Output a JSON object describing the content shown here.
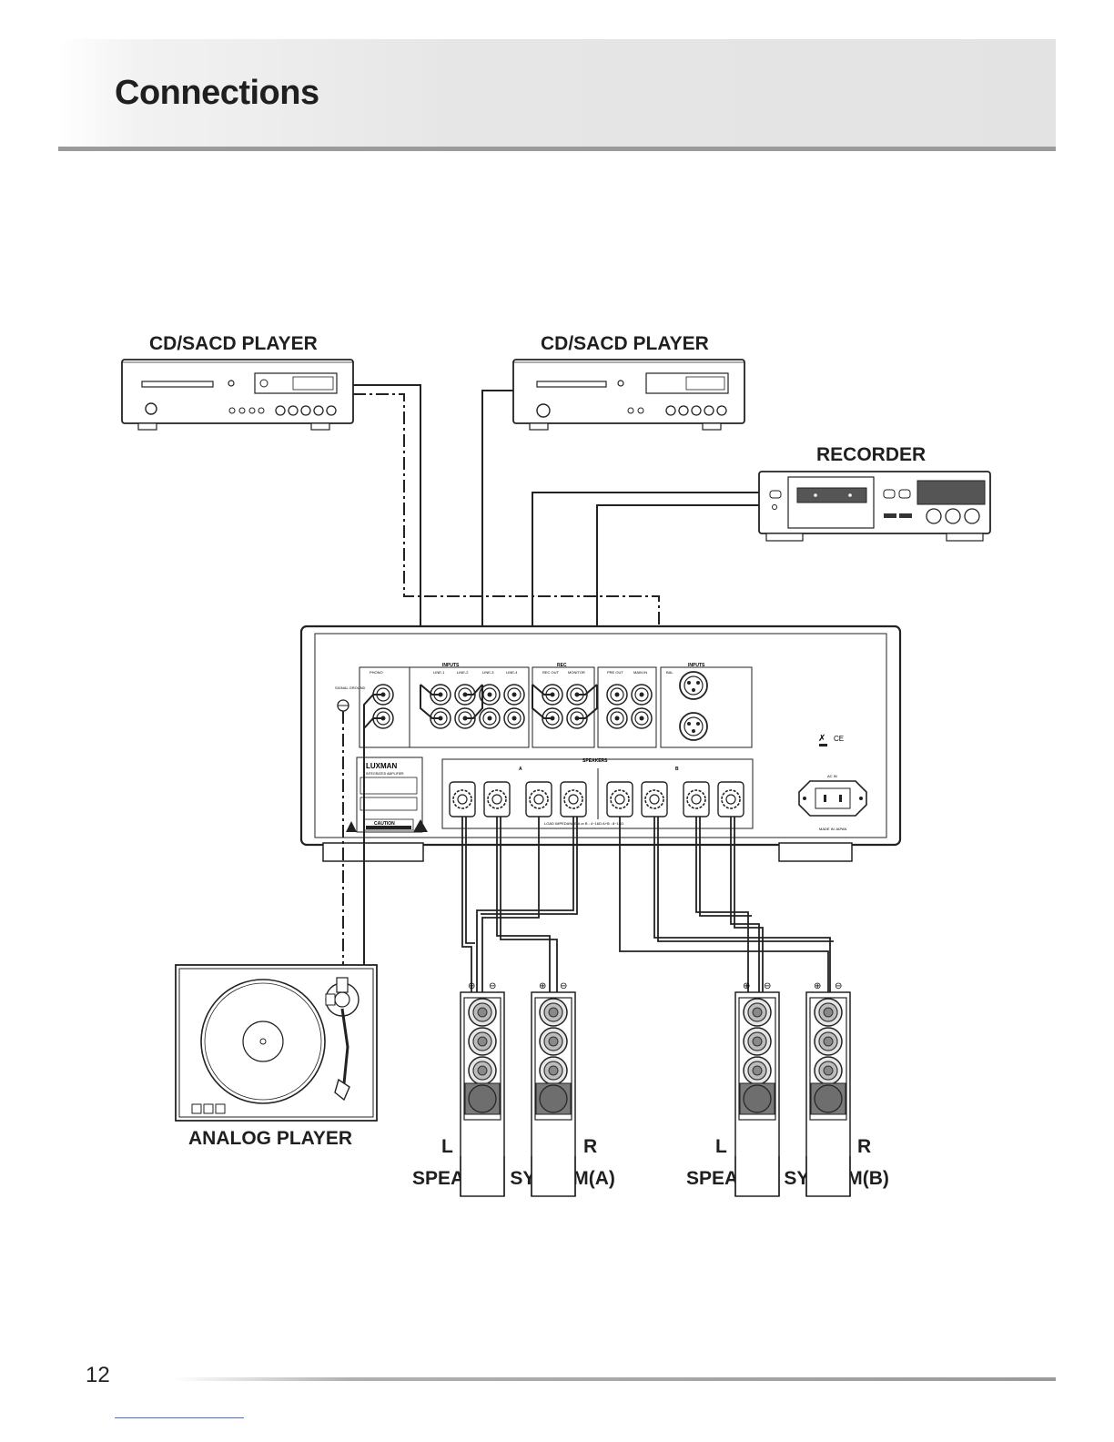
{
  "page": {
    "title": "Connections",
    "page_number": "12"
  },
  "labels": {
    "cd_player_1": "CD/SACD PLAYER",
    "cd_player_2": "CD/SACD PLAYER",
    "recorder": "RECORDER",
    "analog_player": "ANALOG PLAYER",
    "speaker_a": "SPEAKER SYSTEM(A)",
    "speaker_b": "SPEAKER SYSTEM(B)",
    "left": "L",
    "right": "R"
  },
  "amplifier": {
    "brand": "LUXMAN",
    "inputs_label": "INPUTS",
    "rec_label": "REC",
    "speakers_label": "SPEAKERS",
    "caution_label": "CAUTION",
    "made_in": "MADE IN JAPAN",
    "ac_in": "AC IN",
    "phono": "PHONO",
    "line1": "LINE-1",
    "line2": "LINE-2",
    "line3": "LINE-3",
    "line4": "LINE-4",
    "rec_out": "REC OUT",
    "monitor": "MONITOR",
    "pre_out": "PRE OUT",
    "main_in": "MAIN IN",
    "bal": "BAL",
    "speaker_group_a": "A",
    "speaker_group_b": "B",
    "load_impedance": "LOAD IMPEDANCE  A or B : 4~16Ω  A+B : 8~16Ω",
    "signal_ground": "SIGNAL GROUND",
    "integrated": "INTEGRATED AMPLIFIER",
    "ce": "CE"
  }
}
